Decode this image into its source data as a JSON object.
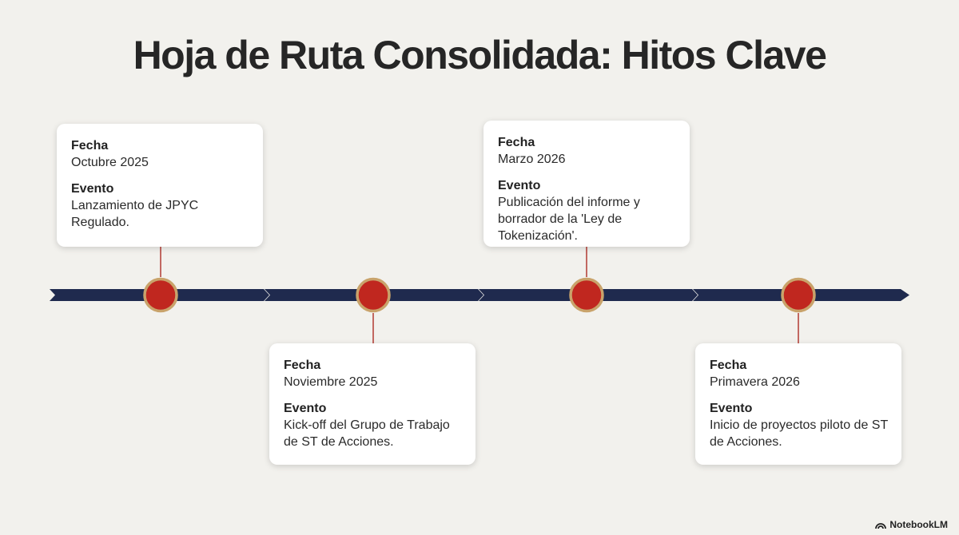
{
  "title": "Hoja de Ruta Consolidada: Hitos Clave",
  "milestones": [
    {
      "date_label": "Fecha",
      "date": "Octubre 2025",
      "event_label": "Evento",
      "event": "Lanzamiento de JPYC Regulado.",
      "position": "above"
    },
    {
      "date_label": "Fecha",
      "date": "Noviembre 2025",
      "event_label": "Evento",
      "event": "Kick-off del Grupo de Trabajo de ST de Acciones.",
      "position": "below"
    },
    {
      "date_label": "Fecha",
      "date": "Marzo 2026",
      "event_label": "Evento",
      "event": "Publicación del informe y borrador de la 'Ley de Tokenización'.",
      "position": "above"
    },
    {
      "date_label": "Fecha",
      "date": "Primavera 2026",
      "event_label": "Evento",
      "event": "Inicio de proyectos piloto de ST de Acciones.",
      "position": "below"
    }
  ],
  "brand": {
    "name": "NotebookLM",
    "icon": "notebooklm-logo-icon"
  },
  "colors": {
    "background": "#f2f1ed",
    "timeline": "#1f2a4e",
    "marker_fill": "#c0271f",
    "marker_ring": "#c9a36b",
    "connector": "#b23a32"
  }
}
